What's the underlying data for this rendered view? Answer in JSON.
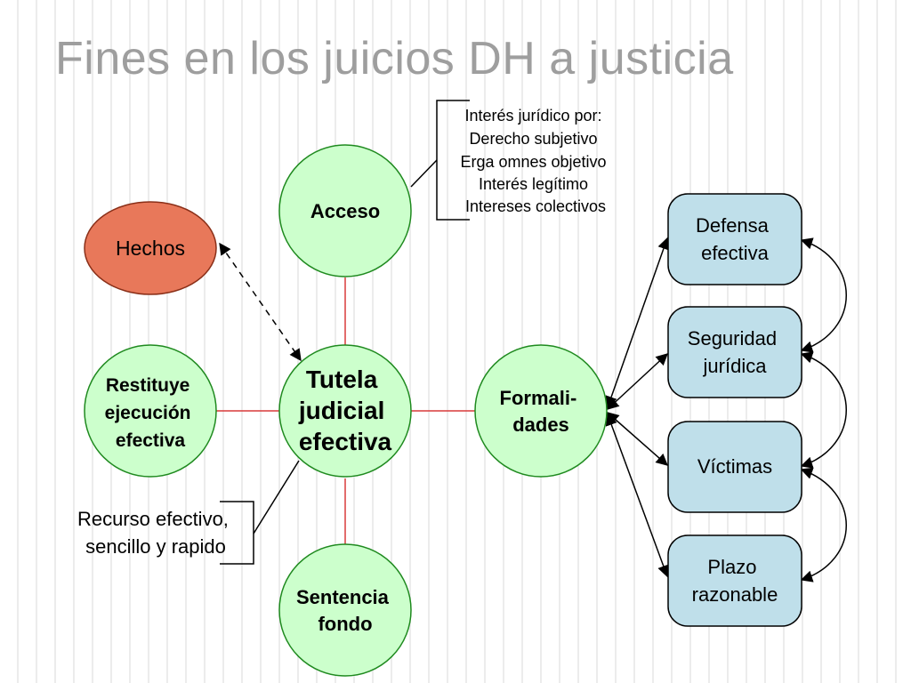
{
  "title": "Fines en los juicios DH a justicia",
  "colors": {
    "green_fill": "#ccffcc",
    "green_stroke": "#1f8a1f",
    "orange_fill": "#e8785a",
    "blue_fill": "#bfdfea",
    "red_connector": "#d93a3a",
    "title": "#9e9e9e"
  },
  "nodes": {
    "center": [
      "Tutela",
      "judicial",
      "efectiva"
    ],
    "acceso": [
      "Acceso"
    ],
    "restituye": [
      "Restituye",
      "ejecución",
      "efectiva"
    ],
    "sentencia": [
      "Sentencia",
      "fondo"
    ],
    "formalidades": [
      "Formali-",
      "dades"
    ],
    "hechos": [
      "Hechos"
    ]
  },
  "acceso_note": [
    "Interés jurídico por:",
    "Derecho subjetivo",
    "Erga omnes objetivo",
    "Interés legítimo",
    "Intereses colectivos"
  ],
  "recurso_note": [
    "Recurso efectivo,",
    "sencillo y rapido"
  ],
  "boxes": [
    {
      "id": "defensa",
      "lines": [
        "Defensa",
        "efectiva"
      ]
    },
    {
      "id": "seguridad",
      "lines": [
        "Seguridad",
        "jurídica"
      ]
    },
    {
      "id": "victimas",
      "lines": [
        "Víctimas"
      ]
    },
    {
      "id": "plazo",
      "lines": [
        "Plazo",
        "razonable"
      ]
    }
  ]
}
